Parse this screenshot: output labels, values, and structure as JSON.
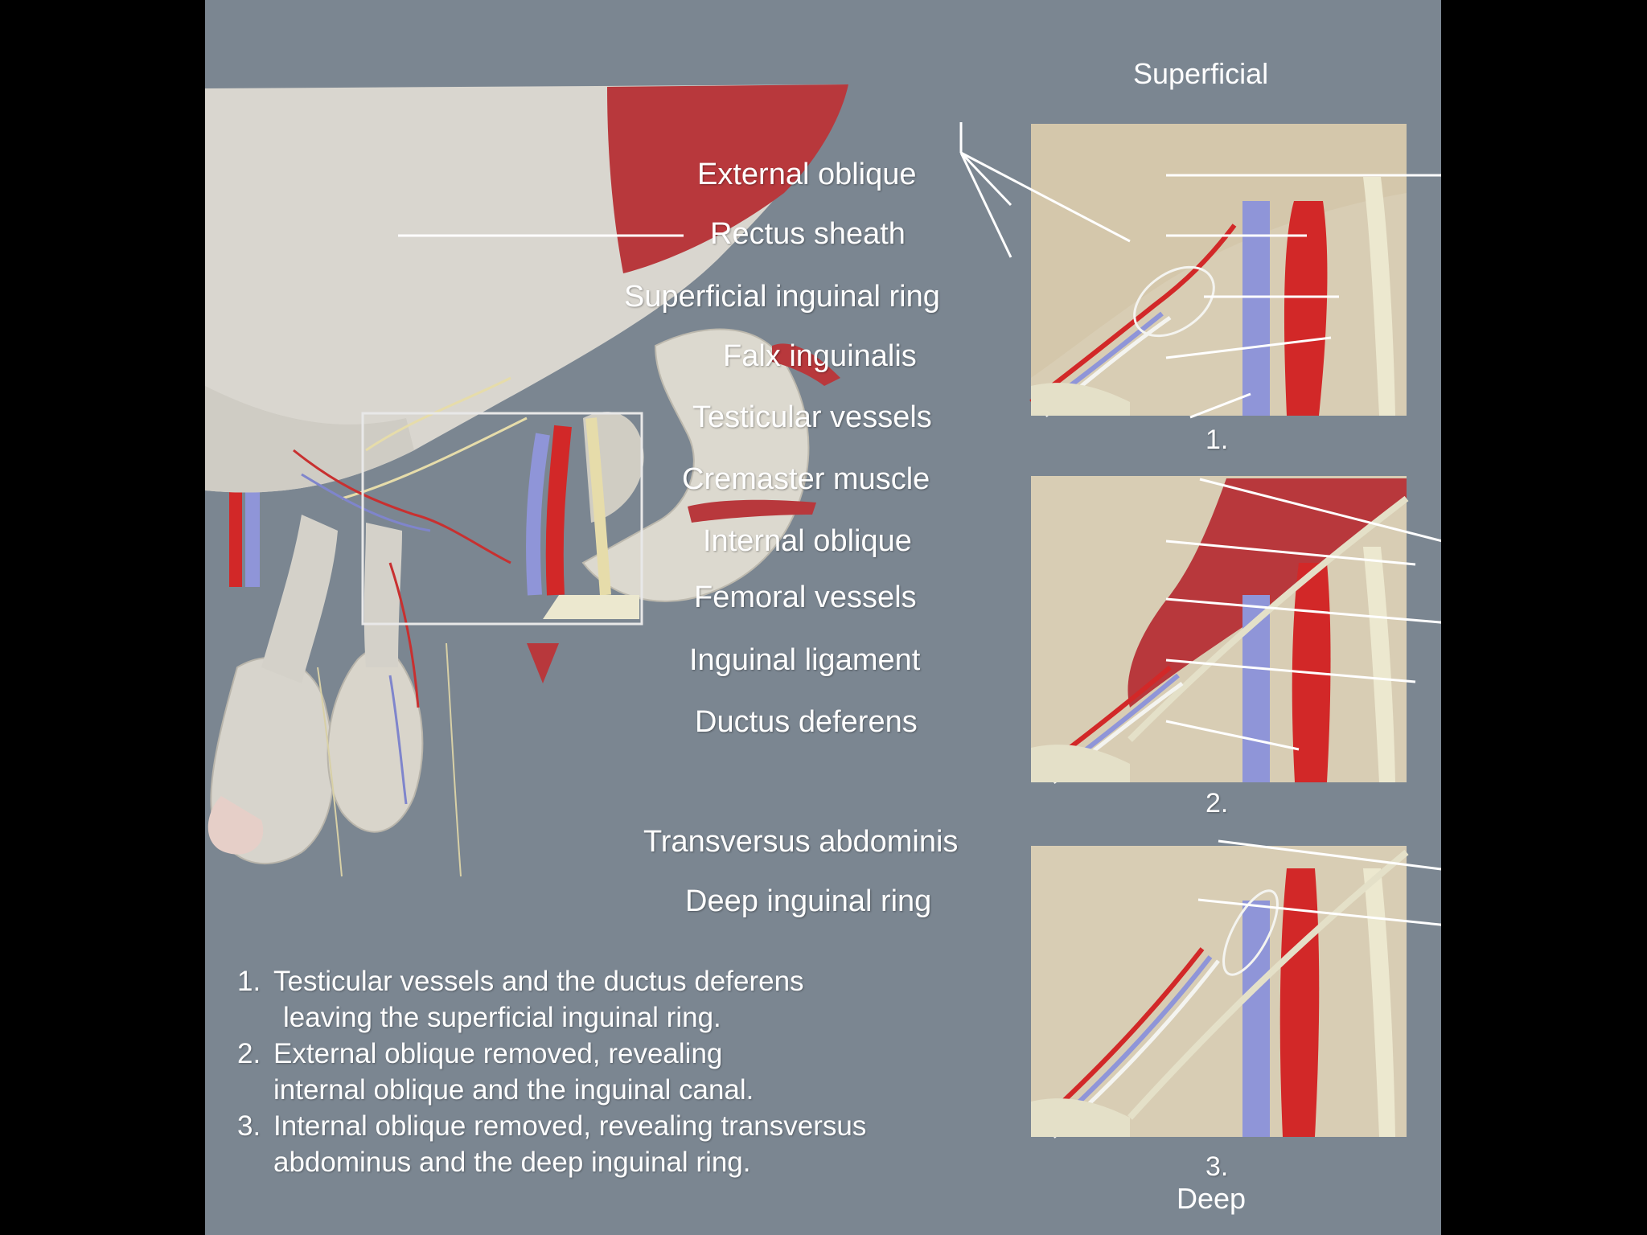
{
  "header": {
    "superficial": "Superficial",
    "deep": "Deep"
  },
  "panel_numbers": [
    "1.",
    "2.",
    "3."
  ],
  "labels": {
    "external_oblique": "External oblique",
    "rectus_sheath": "Rectus sheath",
    "superficial_inguinal_ring": "Superficial inguinal ring",
    "falx_inguinalis": "Falx inguinalis",
    "testicular_vessels": "Testicular vessels",
    "cremaster_muscle": "Cremaster muscle",
    "internal_oblique": "Internal oblique",
    "femoral_vessels": "Femoral vessels",
    "inguinal_ligament": "Inguinal ligament",
    "ductus_deferens": "Ductus deferens",
    "transversus_abdominis": "Transversus abdominis",
    "deep_inguinal_ring": "Deep inguinal ring"
  },
  "notes": [
    {
      "num": "1.",
      "line1": "Testicular vessels and the ductus deferens",
      "line2": "leaving the superficial inguinal ring."
    },
    {
      "num": "2.",
      "line1": "External oblique removed, revealing",
      "line2": "internal oblique and the inguinal canal."
    },
    {
      "num": "3.",
      "line1": "Internal oblique removed, revealing transversus",
      "line2": "abdominus and the deep inguinal ring."
    }
  ],
  "colors": {
    "background": "#7b8691",
    "letterbox": "#000000",
    "muscle": "#b8383c",
    "fascia": "#d9d3c6",
    "artery": "#d22828",
    "vein": "#8f95d8",
    "nerve": "#e6dcaa",
    "bone": "#ece8cf"
  }
}
